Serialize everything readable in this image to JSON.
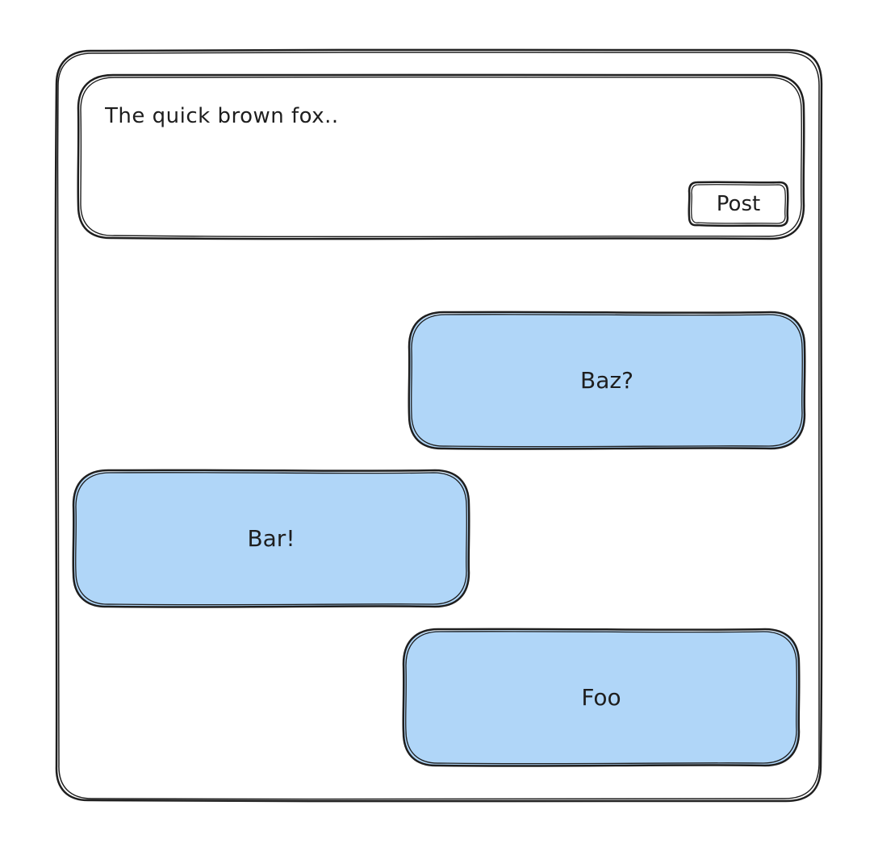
{
  "composer": {
    "input_value": "The quick brown fox..",
    "post_label": "Post"
  },
  "messages": [
    {
      "text": "Baz?",
      "align": "right"
    },
    {
      "text": "Bar!",
      "align": "left"
    },
    {
      "text": "Foo",
      "align": "right"
    }
  ],
  "colors": {
    "stroke": "#1e1e1e",
    "bubble_fill": "#b0d6f8",
    "background": "#ffffff"
  }
}
